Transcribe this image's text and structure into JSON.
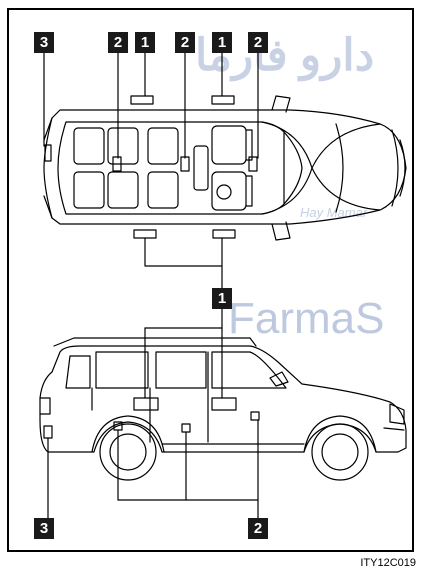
{
  "labels": {
    "top_row": [
      "3",
      "2",
      "1",
      "2",
      "1",
      "2"
    ],
    "mid_label": "1",
    "bottom_left": "3",
    "bottom_right": "2"
  },
  "watermark": {
    "arabic": "دارو فارما",
    "latin": "FarmaS",
    "small": "Hay Mamar"
  },
  "figure_code": "ITY12C019",
  "colors": {
    "line": "#000000",
    "tag_bg": "#1a1a1a",
    "watermark": "#b7c4dd"
  }
}
